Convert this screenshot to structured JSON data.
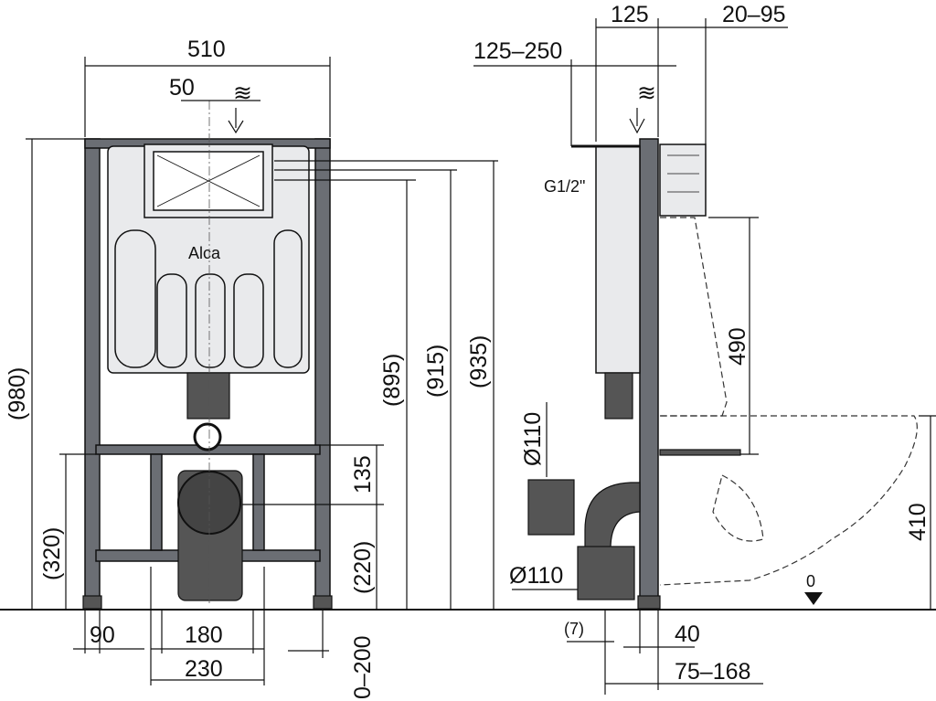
{
  "front_view": {
    "width": "510",
    "inlet_offset": "50",
    "height_total": "(980)",
    "height_895": "(895)",
    "height_915": "(915)",
    "height_935": "(935)",
    "height_320": "(320)",
    "height_135": "135",
    "height_220": "(220)",
    "foot_90": "90",
    "span_180": "180",
    "span_230": "230",
    "adjust_0_200": "0–200",
    "brand": "Alca"
  },
  "side_view": {
    "depth_125": "125",
    "depth_20_95": "20–95",
    "depth_125_250": "125–250",
    "thread": "G1/2\"",
    "height_490": "490",
    "diameter_top": "Ø110",
    "diameter_bottom": "Ø110",
    "height_410": "410",
    "floor_zero": "0",
    "offset_7": "(7)",
    "offset_40": "40",
    "offset_75_168": "75–168"
  }
}
